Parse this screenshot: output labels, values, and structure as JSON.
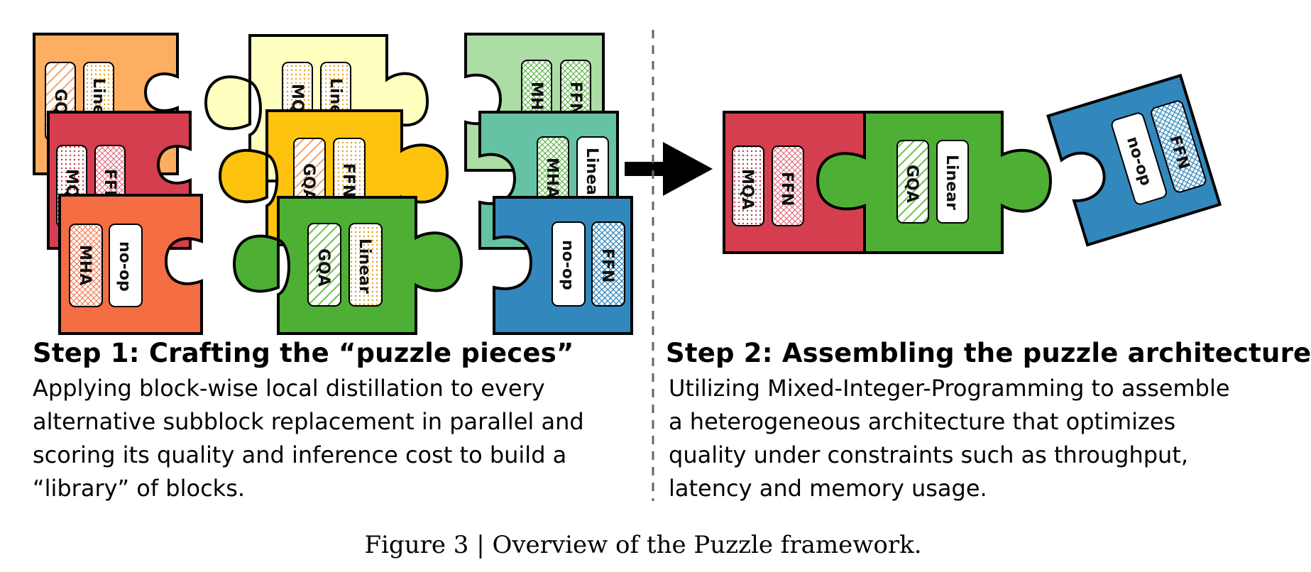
{
  "step1": {
    "heading": "Step 1: Crafting the “puzzle pieces”",
    "lines": [
      "Applying block-wise local distillation to every",
      "alternative subblock replacement in parallel and",
      "scoring its quality and inference cost to build a",
      "“library” of blocks."
    ]
  },
  "step2": {
    "heading": "Step 2: Assembling the puzzle architecture",
    "lines": [
      "Utilizing Mixed-Integer-Programming to assemble",
      "a heterogeneous architecture that optimizes",
      "quality under constraints such as throughput,",
      "latency and memory usage."
    ]
  },
  "caption": "Figure 3 | Overview of the Puzzle framework.",
  "labels": {
    "gqa": "GQA",
    "linear": "Linear",
    "mqa": "MQA",
    "ffn": "FFN",
    "mha": "MHA",
    "noop": "no-op"
  },
  "colors": {
    "orange_light": "#fdae61",
    "red": "#d53e4f",
    "orange": "#f46d43",
    "pale_yellow": "#ffffbf",
    "yellow": "#fdc30f",
    "green": "#4daf33",
    "light_green": "#abdda4",
    "teal": "#66c2a5",
    "blue": "#3288bd"
  }
}
